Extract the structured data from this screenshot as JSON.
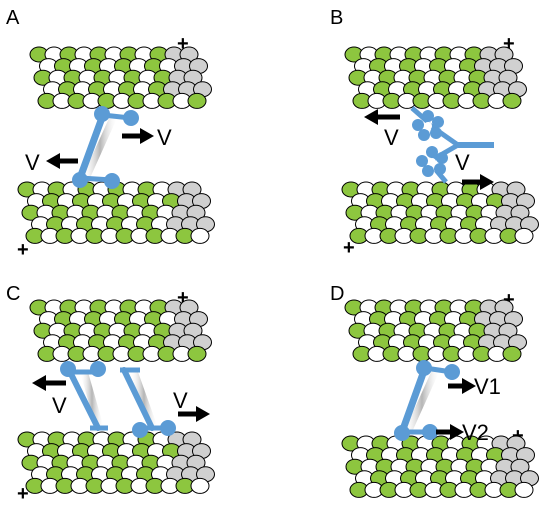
{
  "panels": [
    {
      "letter": "A",
      "plus": [
        "+",
        "+"
      ],
      "velocities": [
        "V",
        "V"
      ]
    },
    {
      "letter": "B",
      "plus": [
        "+",
        "+"
      ],
      "velocities": [
        "V",
        "V"
      ]
    },
    {
      "letter": "C",
      "plus": [
        "+",
        "+"
      ],
      "velocities": [
        "V",
        "V"
      ]
    },
    {
      "letter": "D",
      "plus": [
        "+",
        "+"
      ],
      "velocities": [
        "V1",
        "V2"
      ]
    }
  ],
  "colors": {
    "green_subunit": "#8dc63f",
    "white_subunit": "#ffffff",
    "grey_end": "#d0d0d0",
    "outline": "#000000",
    "motor_blue": "#5b9bd5",
    "arrow": "#000000"
  },
  "icons": [
    "microtubule",
    "motor-protein",
    "direction-arrow"
  ]
}
